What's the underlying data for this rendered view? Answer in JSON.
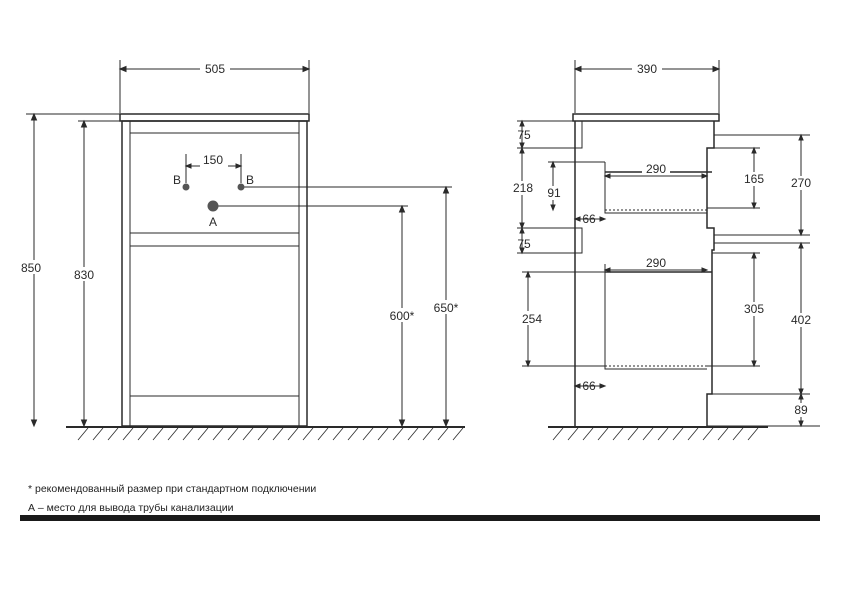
{
  "front_view": {
    "width_label": "505",
    "pipe_spacing_label": "150",
    "inlet_left_label": "B",
    "inlet_right_label": "B",
    "drain_label": "A",
    "total_height_label": "850",
    "body_height_label": "830",
    "drain_height_label": "600*",
    "inlet_height_label": "650*"
  },
  "side_view": {
    "depth_label": "390",
    "top_rail_label": "75",
    "upper_drawer_label": "218",
    "upper_inner_height_label": "91",
    "upper_depth_label": "290",
    "upper_back_gap_label": "66",
    "middle_rail_label": "75",
    "lower_drawer_label": "254",
    "lower_depth_label": "290",
    "lower_back_gap_label": "66",
    "upper_opening_label": "165",
    "upper_zone_label": "270",
    "lower_opening_label": "305",
    "lower_zone_label": "402",
    "plinth_label": "89"
  },
  "notes": {
    "recommended": "* рекомендованный размер при стандартном подключении",
    "drain_hole": "А – место для вывода трубы канализации"
  },
  "colors": {
    "line": "#2a2a2a",
    "pipe_dot": "#555555",
    "bar": "#1a1a1a"
  }
}
